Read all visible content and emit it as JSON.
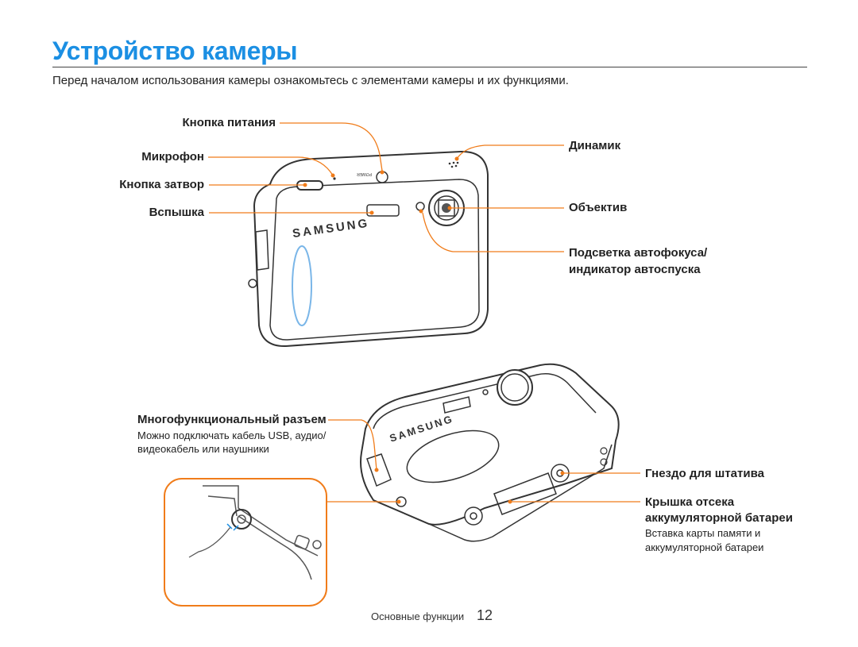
{
  "page": {
    "title": "Устройство камеры",
    "intro": "Перед началом использования камеры ознакомьтесь с элементами камеры и их функциями."
  },
  "labels": {
    "power_button": "Кнопка питания",
    "microphone": "Микрофон",
    "shutter_button": "Кнопка затвор",
    "flash": "Вспышка",
    "speaker": "Динамик",
    "lens": "Объектив",
    "af_lamp_line1": "Подсветка автофокуса/",
    "af_lamp_line2": "индикатор автоспуска",
    "multi_connector": "Многофункциональный разъем",
    "multi_connector_note_line1": "Можно подключать кабель USB, аудио/",
    "multi_connector_note_line2": "видеокабель или наушники",
    "tripod_mount": "Гнездо для штатива",
    "battery_cover_line1": "Крышка отсека",
    "battery_cover_line2": "аккумуляторной батареи",
    "battery_cover_note_line1": "Вставка карты памяти и",
    "battery_cover_note_line2": "аккумуляторной батареи"
  },
  "camera_markings": {
    "brand_front": "SAMSUNG",
    "brand_back": "SAMSUNG",
    "power_text": "POWER"
  },
  "footer": {
    "section": "Основные функции",
    "page_number": "12"
  },
  "colors": {
    "title": "#1b8fe3",
    "callout": "#f07c1a",
    "outline": "#333333"
  }
}
